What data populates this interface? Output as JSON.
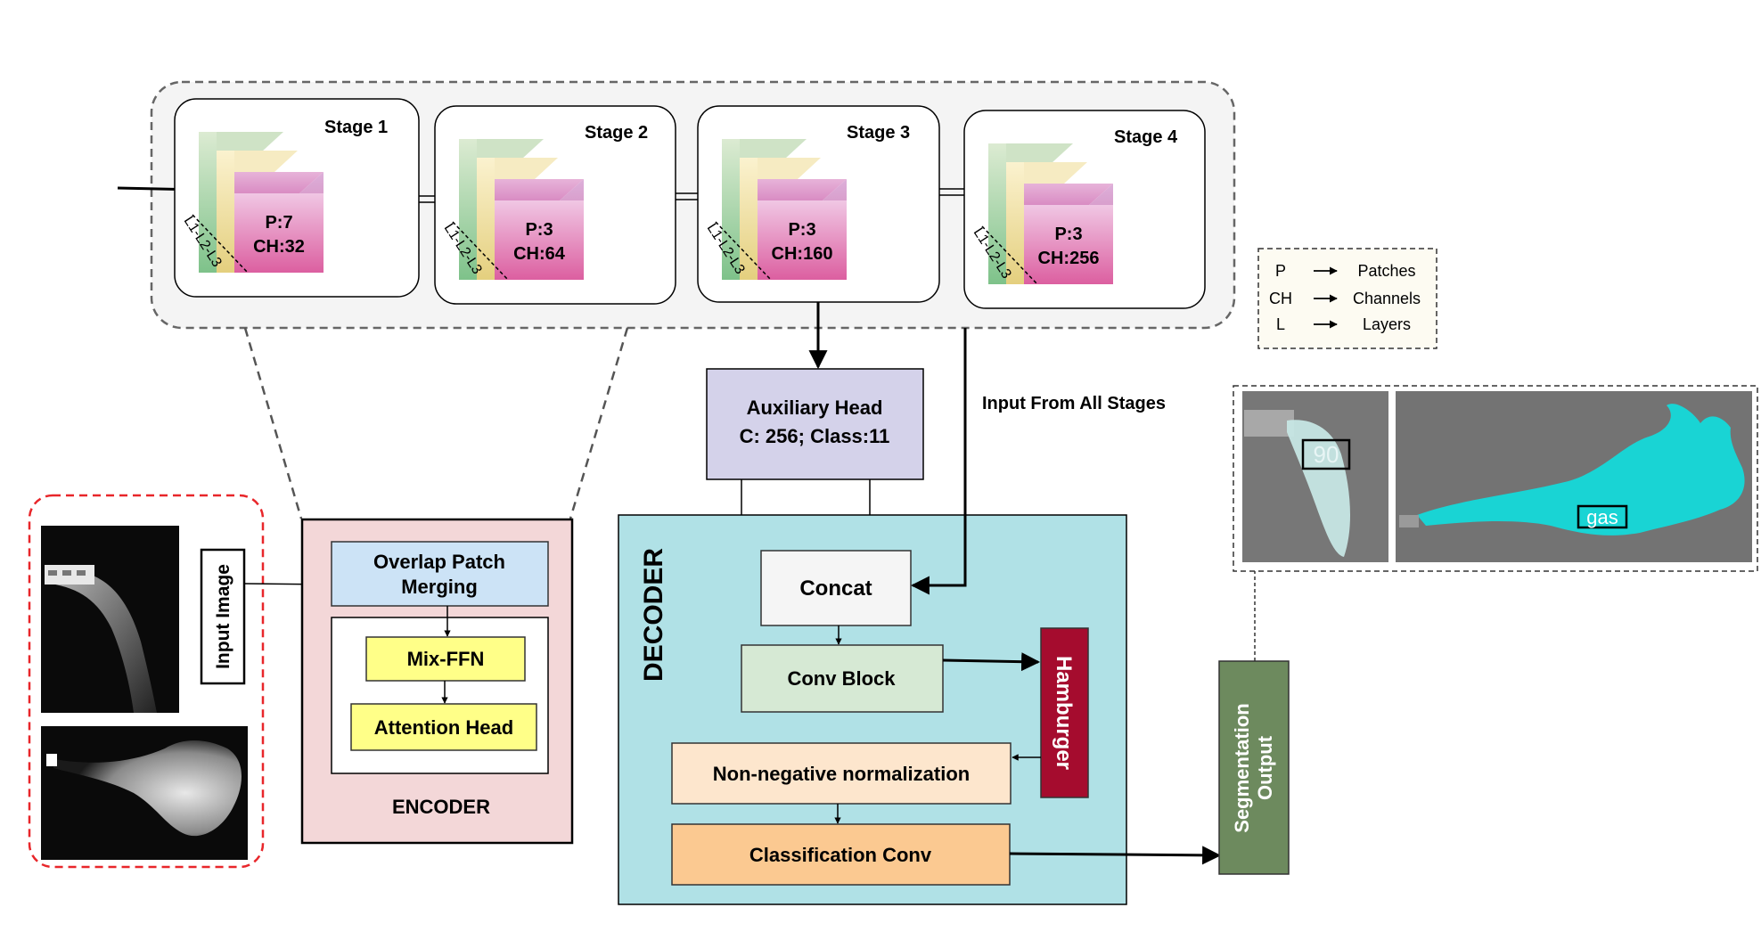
{
  "stages": [
    {
      "title": "Stage 1",
      "patches": "P:7",
      "channels": "CH:32",
      "layers": "L1-L2-L3"
    },
    {
      "title": "Stage 2",
      "patches": "P:3",
      "channels": "CH:64",
      "layers": "L1-L2-L3"
    },
    {
      "title": "Stage 3",
      "patches": "P:3",
      "channels": "CH:160",
      "layers": "L1-L2-L3"
    },
    {
      "title": "Stage 4",
      "patches": "P:3",
      "channels": "CH:256",
      "layers": "L1-L2-L3"
    }
  ],
  "legend": [
    {
      "abbr": "P",
      "meaning": "Patches"
    },
    {
      "abbr": "CH",
      "meaning": "Channels"
    },
    {
      "abbr": "L",
      "meaning": "Layers"
    }
  ],
  "auxiliary_head": {
    "line1": "Auxiliary Head",
    "line2": "C: 256; Class:11"
  },
  "input_from_all_stages": "Input From All Stages",
  "input_image_label": "Input Image",
  "encoder": {
    "title": "ENCODER",
    "overlap_line1": "Overlap Patch",
    "overlap_line2": "Merging",
    "mix_ffn": "Mix-FFN",
    "attention_head": "Attention Head"
  },
  "decoder": {
    "title": "DECODER",
    "concat": "Concat",
    "conv_block": "Conv Block",
    "hamburger": "Hamburger",
    "nonneg": "Non-negative normalization",
    "class_conv": "Classification Conv"
  },
  "segmentation": {
    "line1": "Segmentation",
    "line2": "Output"
  },
  "detections": [
    {
      "label": "90"
    },
    {
      "label": "gas"
    }
  ],
  "colors": {
    "encoder_bg": "#f3d7d8",
    "decoder_bg": "#b0e1e6",
    "aux_head": "#d4d2ea",
    "overlap": "#cce3f6",
    "yellow": "#ffff88",
    "concat": "#f5f5f5",
    "conv_block": "#d6e9d4",
    "hamburger": "#a50c2e",
    "nonneg": "#fde6cd",
    "class_conv": "#fbc991",
    "seg_output": "#6d8a5e",
    "cyan_mask": "#19d4d4",
    "red_dash": "#e8262a"
  }
}
